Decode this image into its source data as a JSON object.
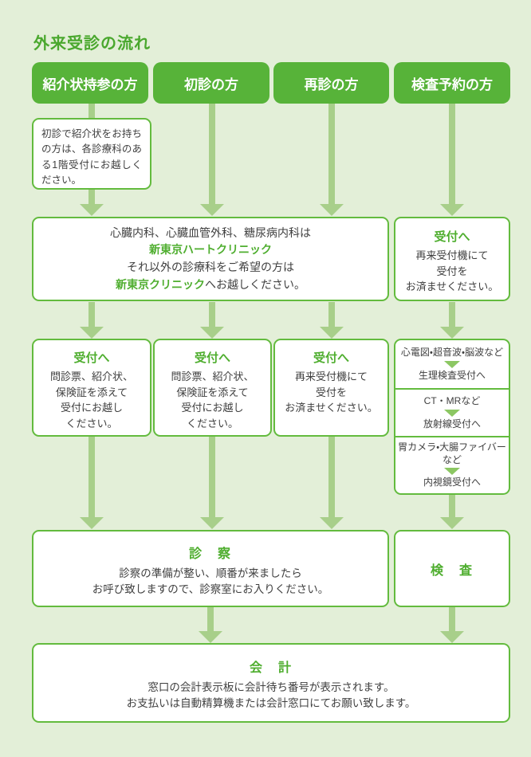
{
  "title": "外来受診の流れ",
  "colors": {
    "background": "#e3efd8",
    "header_green": "#57b339",
    "border_green": "#63bb3e",
    "arrow_green": "#a8cf8a",
    "text_green": "#4fae2f",
    "text_dark": "#3f3f3f"
  },
  "headers": [
    {
      "label": "紹介状持参の方"
    },
    {
      "label": "初診の方"
    },
    {
      "label": "再診の方"
    },
    {
      "label": "検査予約の方"
    }
  ],
  "referral_note": {
    "text": "初診で紹介状をお持ちの方は、各診療科のある1階受付にお越しください。"
  },
  "clinic_box": {
    "line1": "心臓内科、心臓血管外科、糖尿病内科は",
    "clinic1": "新東京ハートクリニック",
    "line2": "それ以外の診療科をご希望の方は",
    "clinic2": "新東京クリニック",
    "line2_suffix": "へお越しください。"
  },
  "reception_machine_box": {
    "title": "受付へ",
    "lines": [
      "再来受付機にて",
      "受付を",
      "お済ませください。"
    ]
  },
  "reception_boxes": [
    {
      "title": "受付へ",
      "lines": [
        "問診票、紹介状、",
        "保険証を添えて",
        "受付にお越し",
        "ください。"
      ]
    },
    {
      "title": "受付へ",
      "lines": [
        "問診票、紹介状、",
        "保険証を添えて",
        "受付にお越し",
        "ください。"
      ]
    },
    {
      "title": "受付へ",
      "lines": [
        "再来受付機にて",
        "受付を",
        "お済ませください。"
      ]
    }
  ],
  "exam_reception_stack": [
    {
      "category": "心電図・超音波・脳波など",
      "destination": "生理検査受付へ"
    },
    {
      "category": "CT・MRなど",
      "destination": "放射線受付へ"
    },
    {
      "category": "胃カメラ・大腸ファイバーなど",
      "destination": "内視鏡受付へ"
    }
  ],
  "consultation_box": {
    "title": "診　察",
    "lines": [
      "診察の準備が整い、順番が来ましたら",
      "お呼び致しますので、診察室にお入りください。"
    ]
  },
  "examination_box": {
    "title": "検　査"
  },
  "payment_box": {
    "title": "会　計",
    "lines": [
      "窓口の会計表示板に会計待ち番号が表示されます。",
      "お支払いは自動精算機または会計窓口にてお願い致します。"
    ]
  }
}
